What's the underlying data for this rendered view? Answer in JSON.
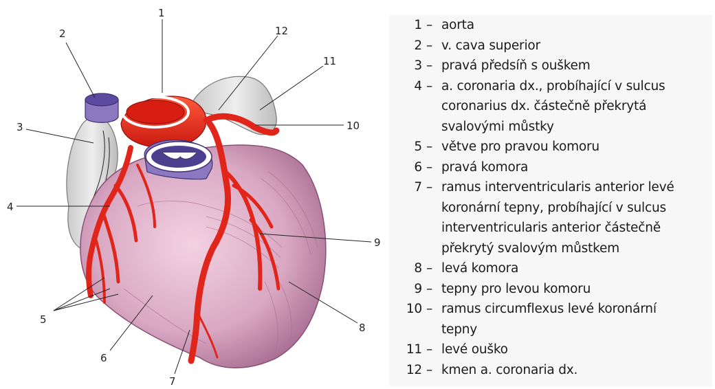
{
  "callouts": [
    "1",
    "2",
    "3",
    "4",
    "5",
    "6",
    "7",
    "8",
    "9",
    "10",
    "11",
    "12"
  ],
  "legend": [
    {
      "num": "1",
      "lines": [
        "aorta"
      ]
    },
    {
      "num": "2",
      "lines": [
        "v. cava superior"
      ]
    },
    {
      "num": "3",
      "lines": [
        "pravá předsíň s ouškem"
      ]
    },
    {
      "num": "4",
      "lines": [
        "a. coronaria dx., probíhající v sulcus",
        "coronarius dx. částečně překrytá",
        "svalovými můstky"
      ]
    },
    {
      "num": "5",
      "lines": [
        "větve pro pravou komoru"
      ]
    },
    {
      "num": "6",
      "lines": [
        "pravá komora"
      ]
    },
    {
      "num": "7",
      "lines": [
        "ramus interventricularis anterior levé",
        "koronární tepny, probíhající v sulcus",
        "interventricularis anterior částečně",
        "překrytý svalovým můstkem"
      ]
    },
    {
      "num": "8",
      "lines": [
        "levá komora"
      ]
    },
    {
      "num": "9",
      "lines": [
        "tepny pro levou komoru"
      ]
    },
    {
      "num": "10",
      "lines": [
        "ramus circumflexus levé koronární",
        "tepny"
      ]
    },
    {
      "num": "11",
      "lines": [
        "levé ouško"
      ]
    },
    {
      "num": "12",
      "lines": [
        "kmen a. coronaria dx."
      ]
    }
  ],
  "colors": {
    "artery": "#e8281c",
    "ventricle": "#d9aac4",
    "atrium": "#d8d8d8",
    "vein": "#8f7cc4"
  }
}
